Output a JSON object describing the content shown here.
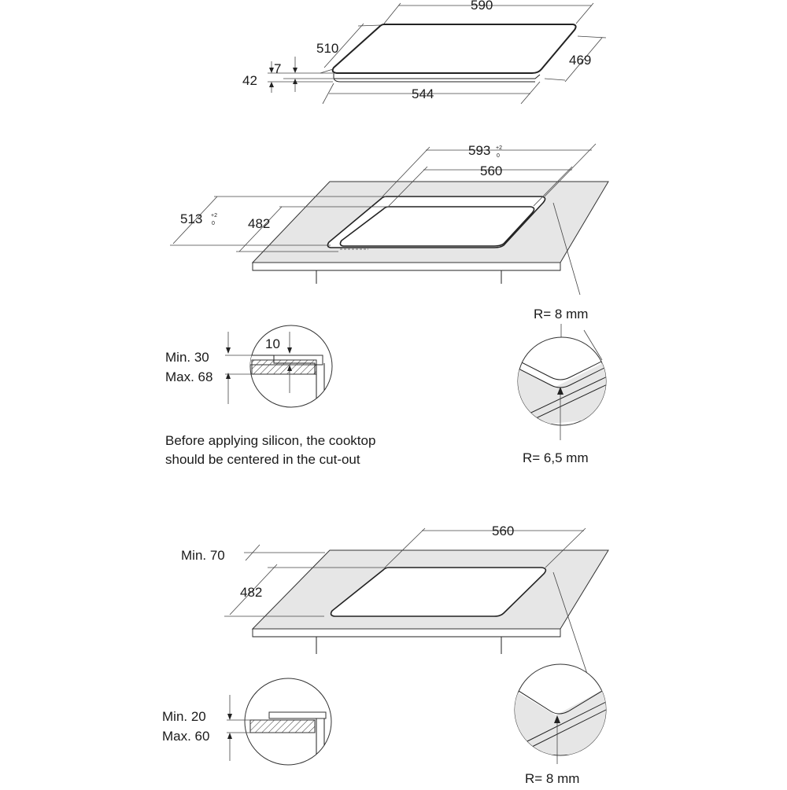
{
  "hob": {
    "width": "590",
    "depth": "510",
    "glass": "7",
    "height": "42",
    "base_width": "544",
    "base_depth": "469"
  },
  "cutout_flush": {
    "outer_width": "593",
    "outer_width_tol_plus": "+2",
    "outer_width_tol_zero": "0",
    "inner_width": "560",
    "outer_depth": "513",
    "outer_depth_tol_plus": "+2",
    "outer_depth_tol_zero": "0",
    "inner_depth": "482",
    "radius_outer": "R= 8 mm",
    "radius_inner": "R= 6,5 mm"
  },
  "detail_flush": {
    "gap": "10",
    "min": "Min. 30",
    "max": "Max. 68"
  },
  "note": {
    "line1": "Before applying silicon, the cooktop",
    "line2": "should be centered in the cut-out"
  },
  "cutout_standard": {
    "width": "560",
    "min_front": "Min. 70",
    "depth": "482",
    "radius": "R= 8 mm"
  },
  "detail_standard": {
    "min": "Min. 20",
    "max": "Max. 60"
  }
}
